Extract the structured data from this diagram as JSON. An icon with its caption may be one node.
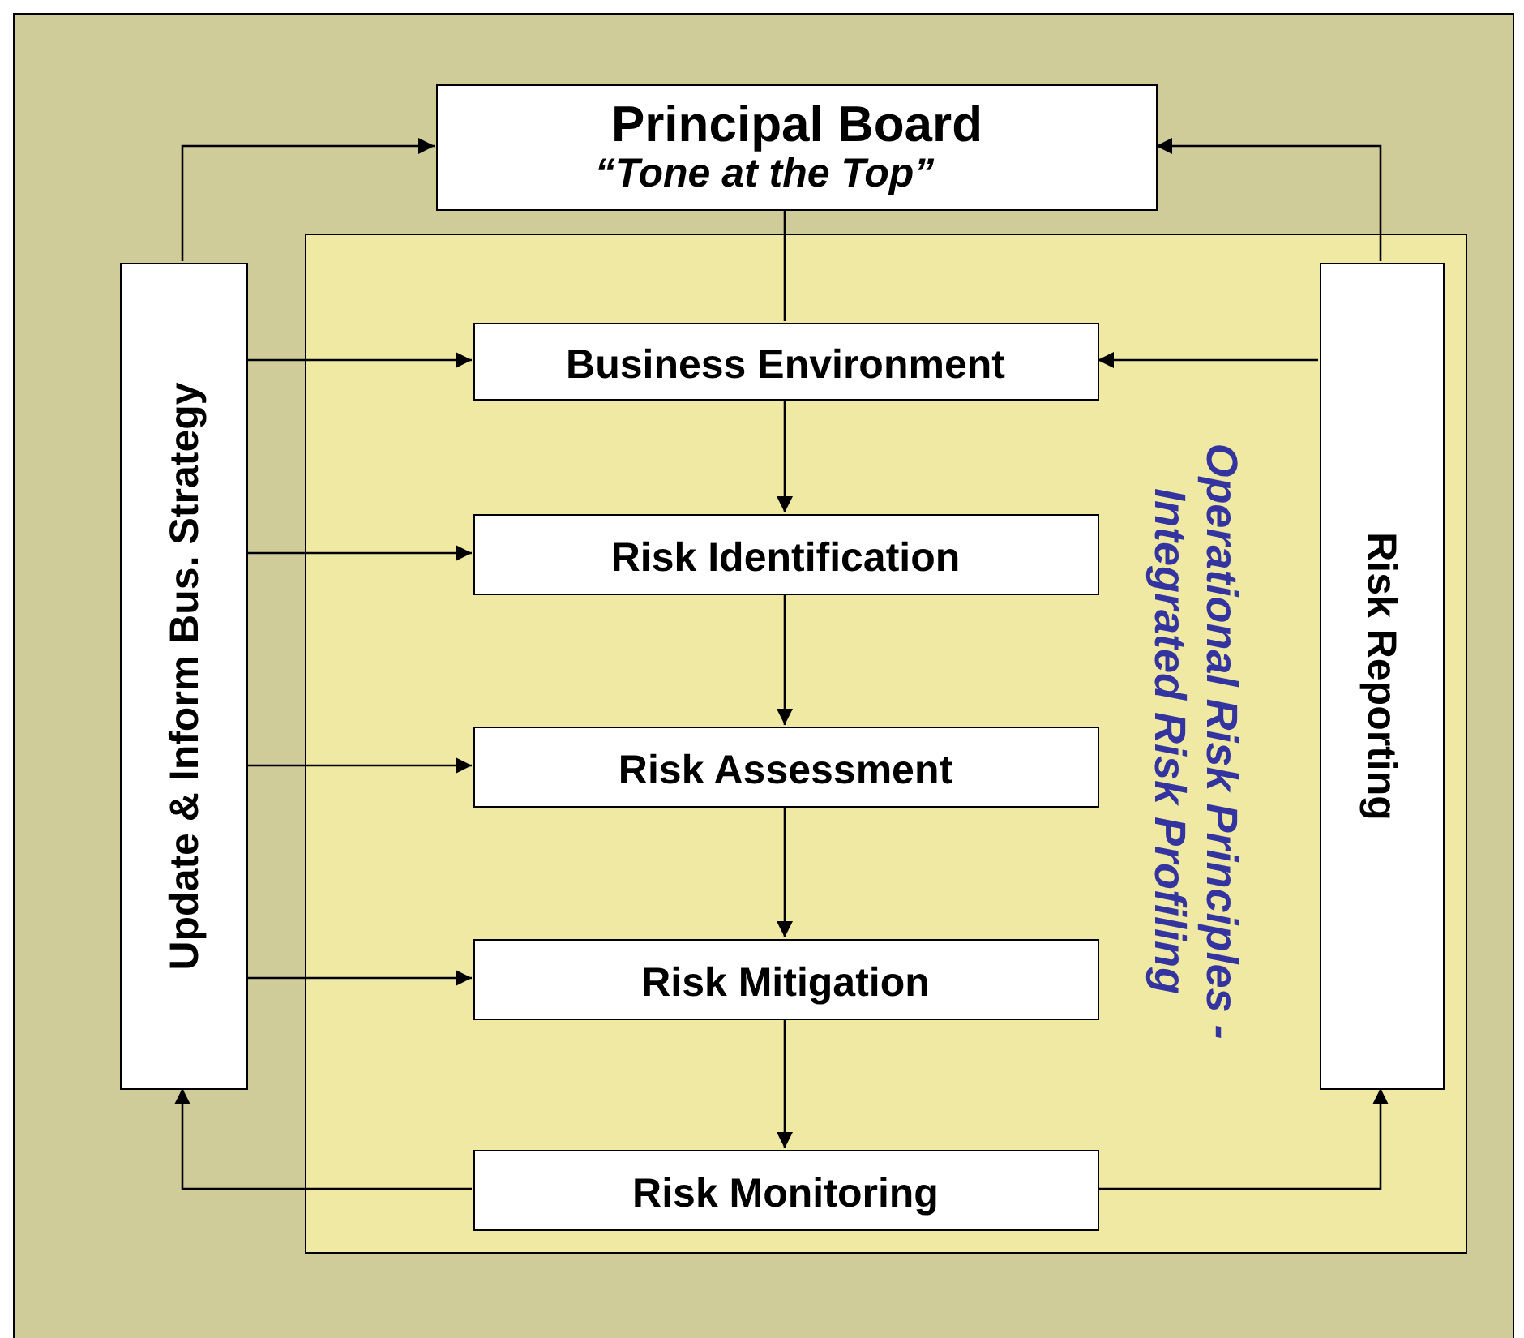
{
  "diagram": {
    "nodes": [
      {
        "text": [
          "Principal Board",
          "“Tone at the Top”"
        ]
      },
      {
        "text": [
          "Operational Risk Principles - Integrated Risk Profiling"
        ]
      },
      {
        "text": [
          "Update & Inform Bus. Strategy"
        ]
      },
      {
        "text": [
          "Business Environment"
        ],
        "in": 1
      },
      {
        "text": [
          "Risk Identification"
        ],
        "in": 1
      },
      {
        "text": [
          "Risk Assessment"
        ],
        "in": 1
      },
      {
        "text": [
          "Risk Mitigation"
        ],
        "in": 1
      },
      {
        "text": [
          "Risk Monitoring"
        ],
        "in": 1
      },
      {
        "text": [
          "Risk Reporting"
        ],
        "in": 1
      }
    ],
    "edges": [
      {
        "from": 2,
        "to": 0,
        "arrow": "to"
      },
      {
        "from": 8,
        "to": 0,
        "arrow": "to"
      },
      {
        "from": 0,
        "to": 3,
        "arrow": "none"
      },
      {
        "from": 2,
        "to": 3,
        "arrow": "to"
      },
      {
        "from": 2,
        "to": 4,
        "arrow": "to"
      },
      {
        "from": 2,
        "to": 5,
        "arrow": "to"
      },
      {
        "from": 2,
        "to": 6,
        "arrow": "to"
      },
      {
        "from": 8,
        "to": 3,
        "arrow": "to"
      },
      {
        "from": 3,
        "to": 4,
        "arrow": "to"
      },
      {
        "from": 4,
        "to": 5,
        "arrow": "to"
      },
      {
        "from": 5,
        "to": 6,
        "arrow": "to"
      },
      {
        "from": 6,
        "to": 7,
        "arrow": "to"
      },
      {
        "from": 7,
        "to": 2,
        "arrow": "to"
      },
      {
        "from": 7,
        "to": 8,
        "arrow": "to"
      }
    ]
  }
}
